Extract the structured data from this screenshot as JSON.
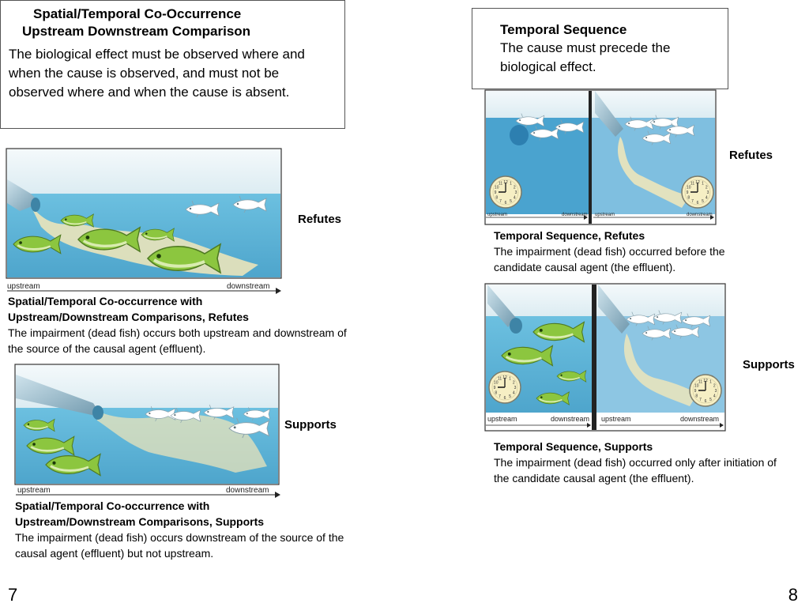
{
  "left_box": {
    "title_line1": "Spatial/Temporal Co-Occurrence",
    "title_line2": "Upstream Downstream Comparison",
    "body": "The biological effect must be observed where and when the cause is observed, and must not be observed where and when the cause is absent."
  },
  "right_box": {
    "title": "Temporal Sequence",
    "body": "The cause must precede the biological effect."
  },
  "axis": {
    "upstream": "upstream",
    "downstream": "downstream"
  },
  "clock_numbers": [
    "12",
    "1",
    "2",
    "3",
    "4",
    "5",
    "6",
    "7",
    "8",
    "9",
    "10",
    "11"
  ],
  "spatial_refutes": {
    "verdict": "Refutes",
    "caption_title_line1": "Spatial/Temporal Co-occurrence with",
    "caption_title_line2": "Upstream/Downstream Comparisons, Refutes",
    "caption_body": "The impairment (dead fish) occurs both upstream and downstream of the source of the causal agent (effluent)."
  },
  "spatial_supports": {
    "verdict": "Supports",
    "caption_title_line1": "Spatial/Temporal Co-occurrence with",
    "caption_title_line2": "Upstream/Downstream Comparisons, Supports",
    "caption_body": "The impairment (dead fish) occurs downstream of the source of the causal agent (effluent) but not upstream."
  },
  "temporal_refutes": {
    "verdict": "Refutes",
    "caption_title": "Temporal Sequence, Refutes",
    "caption_body": "The impairment (dead fish) occurred before the candidate causal agent (the effluent)."
  },
  "temporal_supports": {
    "verdict": "Supports",
    "caption_title": "Temporal Sequence, Supports",
    "caption_body": "The impairment (dead fish) occurred only after initiation of the candidate causal agent (the effluent)."
  },
  "page_numbers": {
    "left": "7",
    "right": "8"
  },
  "colors": {
    "water": "#5fb4d6",
    "sky": "#e7f2f6",
    "plume": "#f3e7b8",
    "fish_green": "#8cc63f",
    "fish_dead": "#ffffff"
  }
}
